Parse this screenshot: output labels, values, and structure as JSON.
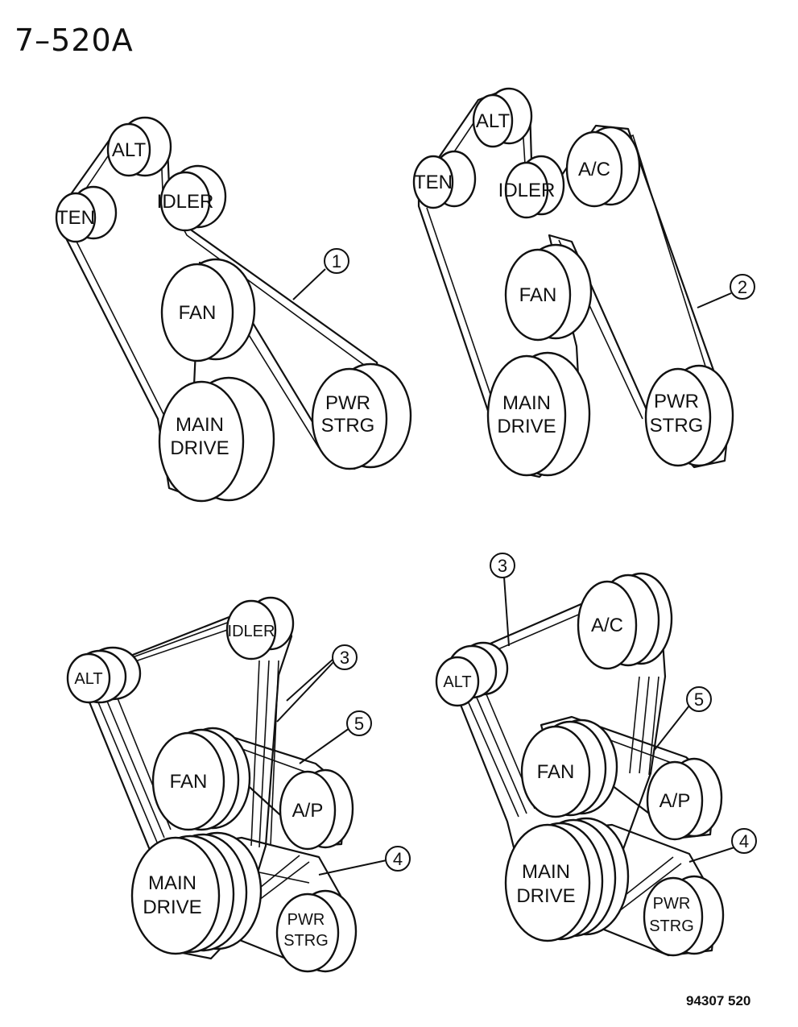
{
  "title": "7–520A",
  "footer_code": "94307  520",
  "diagrams": [
    {
      "pulleys": {
        "alt": "ALT",
        "idler": "IDLER",
        "ten": "TEN",
        "fan": "FAN",
        "main_1": "MAIN",
        "main_2": "DRIVE",
        "ps_1": "PWR",
        "ps_2": "STRG"
      },
      "callouts": [
        "1"
      ]
    },
    {
      "pulleys": {
        "alt": "ALT",
        "idler": "IDLER",
        "ten": "TEN",
        "ac": "A/C",
        "fan": "FAN",
        "main_1": "MAIN",
        "main_2": "DRIVE",
        "ps_1": "PWR",
        "ps_2": "STRG"
      },
      "callouts": [
        "2"
      ]
    },
    {
      "pulleys": {
        "alt": "ALT",
        "idler": "IDLER",
        "fan": "FAN",
        "ap": "A/P",
        "main_1": "MAIN",
        "main_2": "DRIVE",
        "ps_1": "PWR",
        "ps_2": "STRG"
      },
      "callouts": [
        "3",
        "5",
        "4"
      ]
    },
    {
      "pulleys": {
        "alt": "ALT",
        "ac": "A/C",
        "fan": "FAN",
        "ap": "A/P",
        "main_1": "MAIN",
        "main_2": "DRIVE",
        "ps_1": "PWR",
        "ps_2": "STRG"
      },
      "callouts": [
        "3",
        "5",
        "4"
      ]
    }
  ]
}
